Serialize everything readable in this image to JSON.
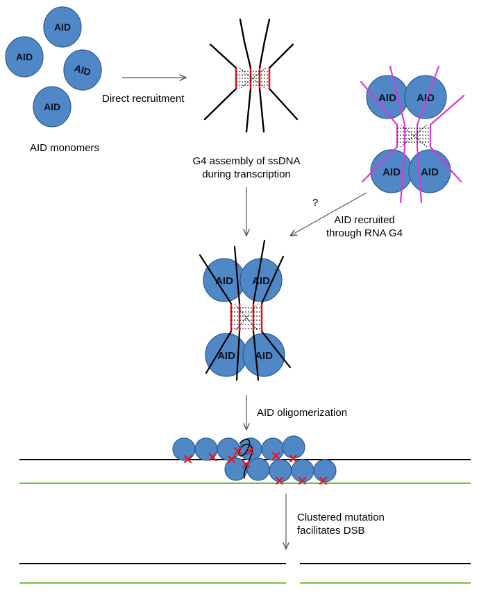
{
  "protein_label": "AID",
  "colors": {
    "protein_fill": "#4f87c7",
    "protein_stroke": "#2e5b8e",
    "dna_strand": "#000000",
    "g4_edge": "#e8141b",
    "rna_strand": "#d63ad8",
    "complementary_strand": "#7fbf3f",
    "mutation_mark": "#e8141b",
    "arrow": "#555555"
  },
  "icons": [
    "aid-protein-icon",
    "g4-quadruplex-icon",
    "mutation-cross-icon",
    "arrow-icon"
  ],
  "labels": {
    "aid_monomers": "AID monomers",
    "direct_recruitment": "Direct recruitment",
    "g4_assembly_line1": "G4 assembly of ssDNA",
    "g4_assembly_line2": "during transcription",
    "question_mark": "?",
    "rna_recruit_line1": "AID recruited",
    "rna_recruit_line2": "through RNA G4",
    "oligomerization": "AID oligomerization",
    "clustered_line1": "Clustered mutation",
    "clustered_line2": "facilitates DSB"
  }
}
